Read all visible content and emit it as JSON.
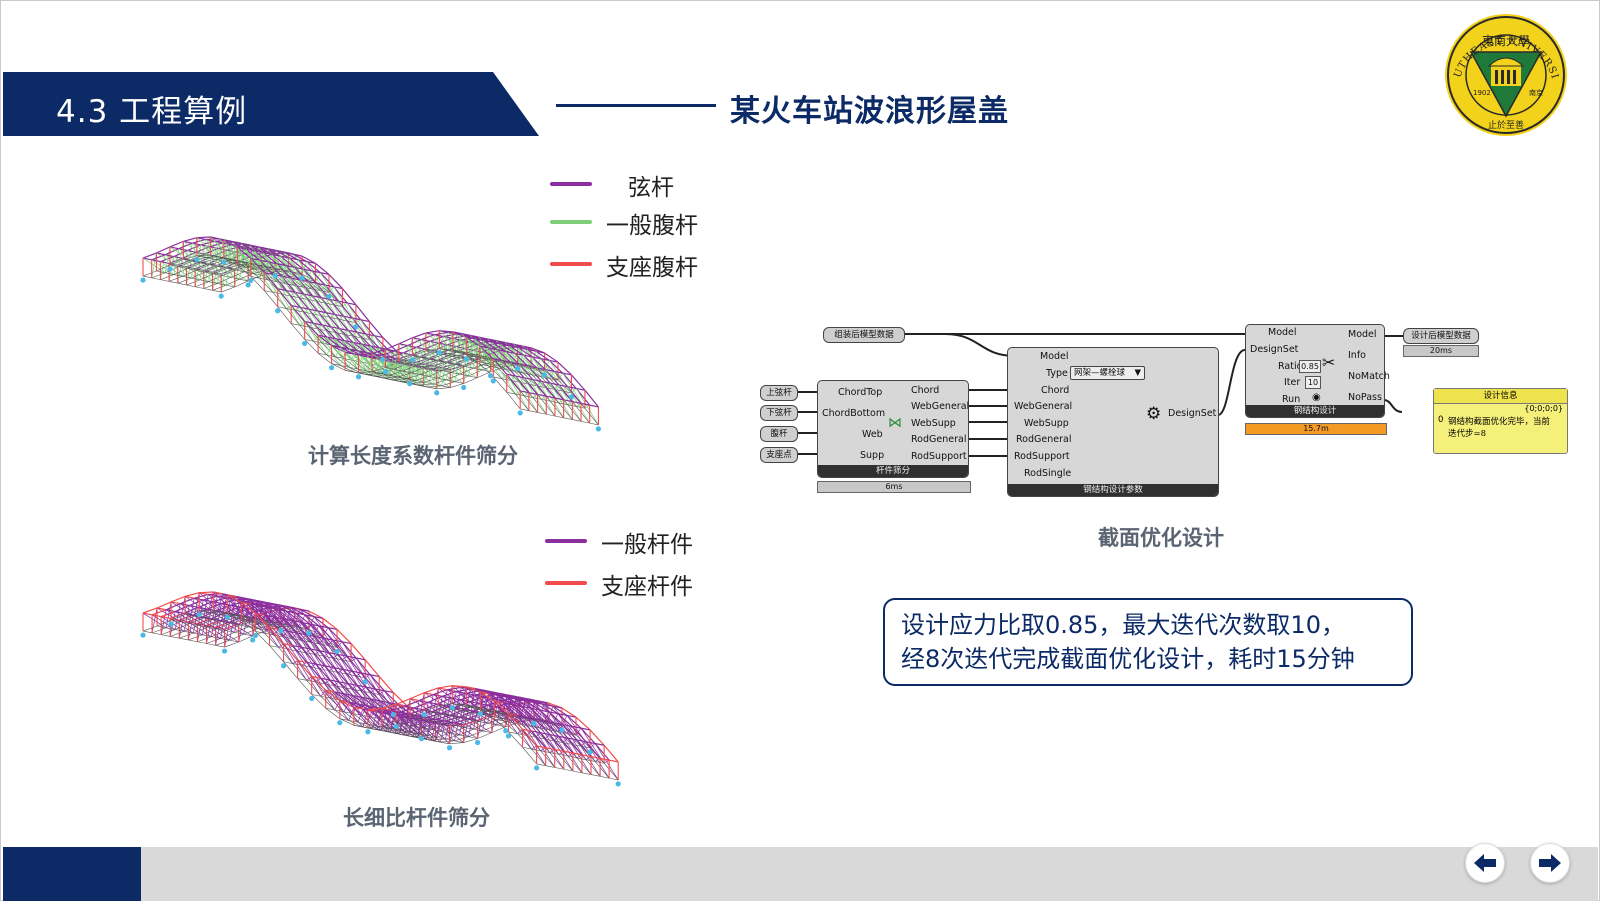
{
  "header": {
    "section_title": "4.3 工程算例",
    "slide_title": "某火车站波浪形屋盖"
  },
  "logo": {
    "text": "SOUTHEAST UNIVERSITY 東南大學 1902 南京 止於至善",
    "icon": "university-seal-icon"
  },
  "legend_top": {
    "items": [
      {
        "label": "弦杆",
        "color": "#8b2f9e"
      },
      {
        "label": "一般腹杆",
        "color": "#7fcf7a"
      },
      {
        "label": "支座腹杆",
        "color": "#f24b4b"
      }
    ]
  },
  "legend_bottom": {
    "items": [
      {
        "label": "一般杆件",
        "color": "#8b2f9e"
      },
      {
        "label": "支座杆件",
        "color": "#f24b4b"
      }
    ]
  },
  "captions": {
    "top_left": "计算长度系数杆件筛分",
    "bottom_left": "长细比杆件筛分",
    "right": "截面优化设计"
  },
  "grasshopper": {
    "input_param": "组装后模型数据",
    "left_params": [
      "上弦杆",
      "下弦杆",
      "腹杆",
      "支座点"
    ],
    "filter_node": {
      "title": "杆件筛分",
      "inputs": [
        "ChordTop",
        "ChordBottom",
        "Web",
        "Supp"
      ],
      "outputs": [
        "Chord",
        "WebGeneral",
        "WebSupp",
        "RodGeneral",
        "RodSupport"
      ],
      "timer": "6ms"
    },
    "param_node": {
      "title": "钢结构设计参数",
      "inputs": [
        "Model",
        "Type",
        "Chord",
        "WebGeneral",
        "WebSupp",
        "RodGeneral",
        "RodSupport",
        "RodSingle"
      ],
      "type_value": "网架—螺栓球",
      "output": "DesignSet"
    },
    "design_node": {
      "title": "钢结构设计",
      "inputs": [
        "Model",
        "DesignSet",
        "Ratio",
        "Iter",
        "Run"
      ],
      "outputs": [
        "Model",
        "Info",
        "NoMatch",
        "NoPass"
      ],
      "ratio": "0.85",
      "iter": "10",
      "timer": "15.7m"
    },
    "output_param": "设计后模型数据",
    "output_timer": "20ms",
    "panel": {
      "title": "设计信息",
      "path": "{0;0;0;0}",
      "index": "0",
      "text": "钢结构截面优化完毕，当前迭代步=8"
    }
  },
  "callout": {
    "line1": "设计应力比取0.85，最大迭代次数取10，",
    "line2": "经8次迭代完成截面优化设计，耗时15分钟"
  },
  "nav": {
    "prev_icon": "arrow-left-icon",
    "next_icon": "arrow-right-icon"
  },
  "colors": {
    "navy": "#0b2a66",
    "chord": "#8b2f9e",
    "web_general": "#7fcf7a",
    "support": "#f24b4b",
    "support_node": "#4ab9e6"
  }
}
